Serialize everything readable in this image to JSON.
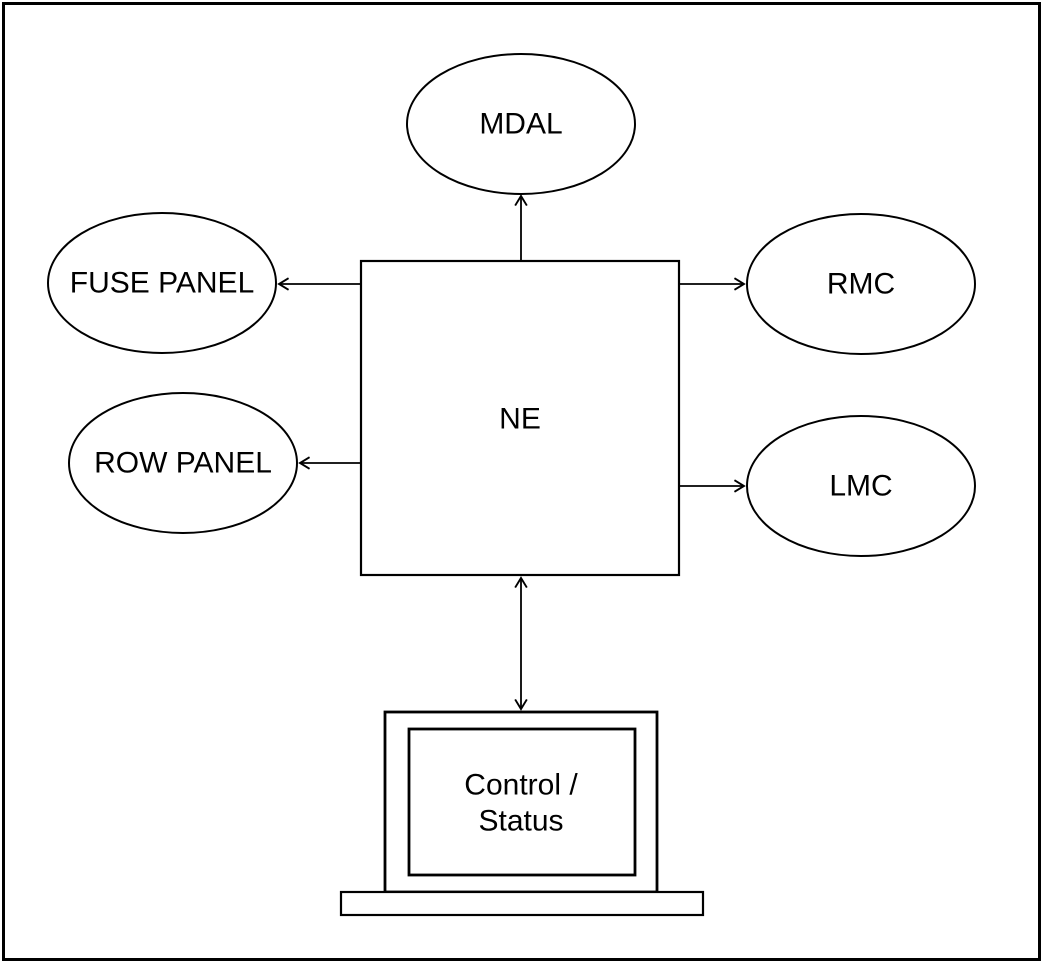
{
  "diagram": {
    "kind": "block-diagram",
    "colors": {
      "background": "#ffffff",
      "stroke": "#000000",
      "text": "#000000"
    },
    "center_node": {
      "label": "NE",
      "shape": "rectangle"
    },
    "nodes": {
      "mdal": {
        "label": "MDAL",
        "shape": "ellipse",
        "position": "top"
      },
      "fuse_panel": {
        "label": "FUSE PANEL",
        "shape": "ellipse",
        "position": "upper-left"
      },
      "row_panel": {
        "label": "ROW PANEL",
        "shape": "ellipse",
        "position": "lower-left"
      },
      "rmc": {
        "label": "RMC",
        "shape": "ellipse",
        "position": "upper-right"
      },
      "lmc": {
        "label": "LMC",
        "shape": "ellipse",
        "position": "lower-right"
      },
      "control_status": {
        "label_line1": "Control /",
        "label_line2": "Status",
        "shape": "monitor",
        "position": "bottom"
      }
    },
    "edges": [
      {
        "from": "NE",
        "to": "MDAL",
        "arrow": "one-way"
      },
      {
        "from": "NE",
        "to": "FUSE PANEL",
        "arrow": "one-way"
      },
      {
        "from": "NE",
        "to": "ROW PANEL",
        "arrow": "one-way"
      },
      {
        "from": "NE",
        "to": "RMC",
        "arrow": "one-way"
      },
      {
        "from": "NE",
        "to": "LMC",
        "arrow": "one-way"
      },
      {
        "from": "NE",
        "to": "Control / Status",
        "arrow": "two-way"
      }
    ]
  }
}
